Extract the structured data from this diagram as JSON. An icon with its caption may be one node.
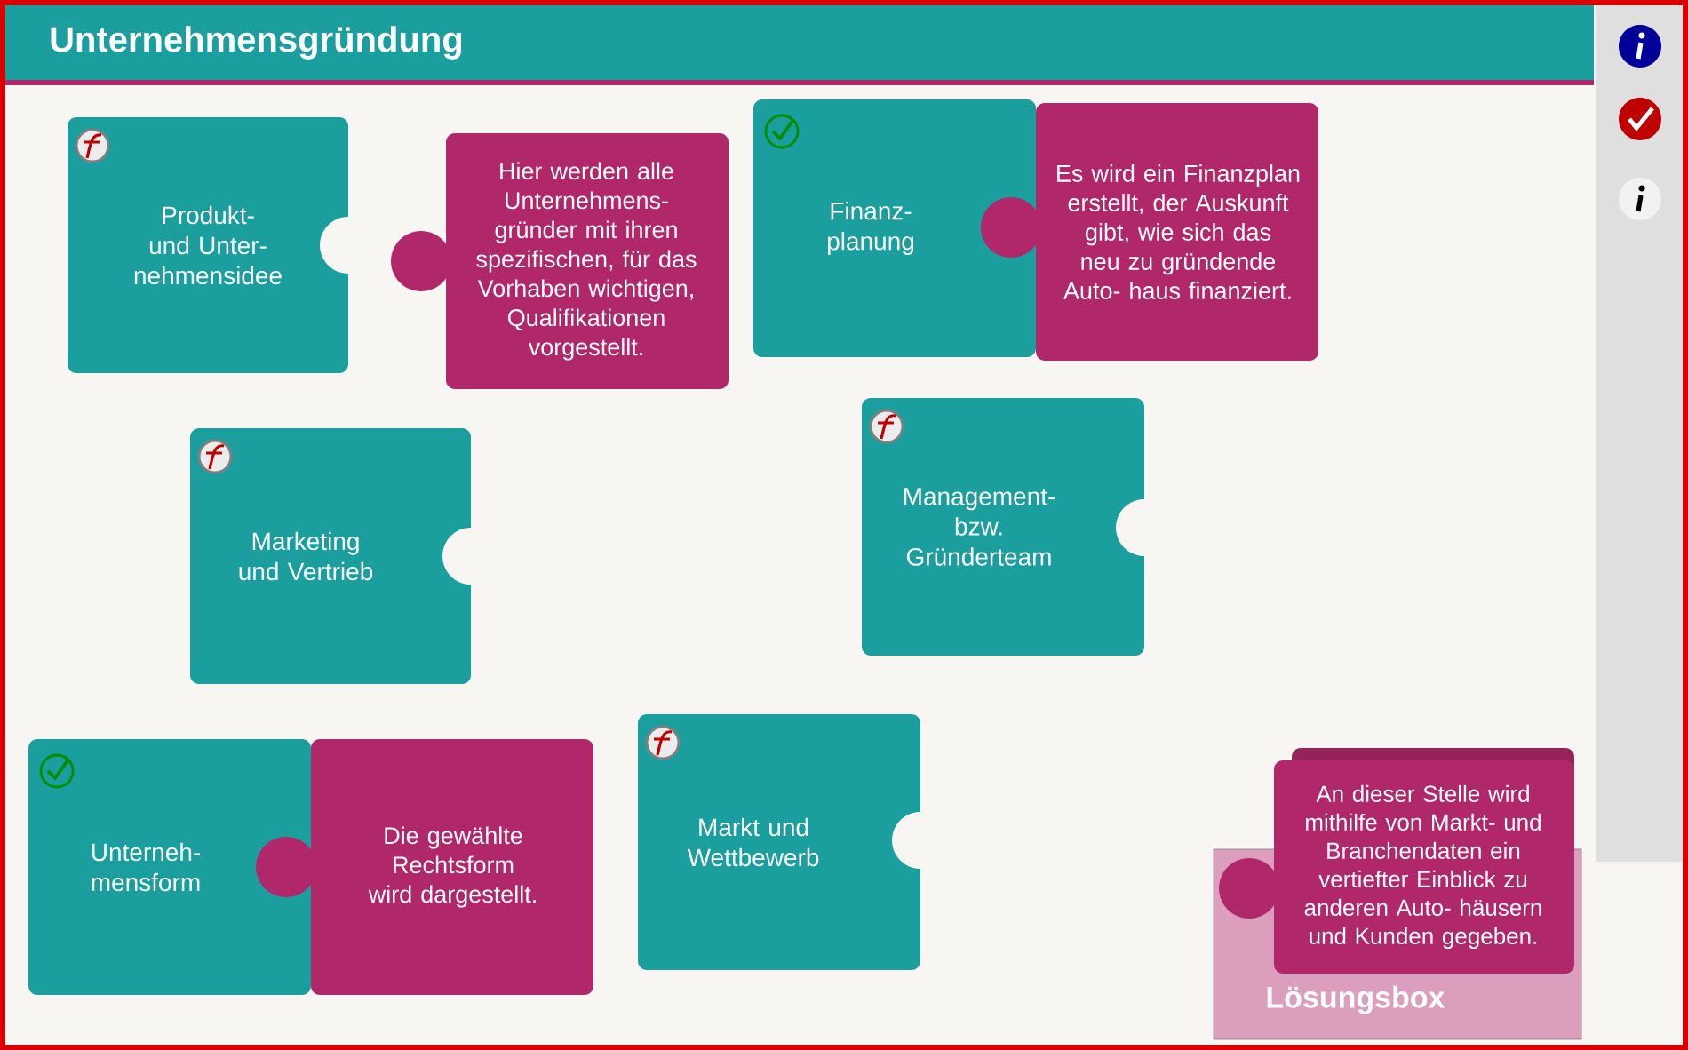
{
  "diagram": {
    "title": "Unternehmensgründung",
    "nodes": [
      {
        "text": [
          "Produkt- und Unter- nehmensidee"
        ]
      },
      {
        "text": [
          "Hier werden alle Unternehmens- gründer mit ihren spezifischen, für das Vorhaben wichtigen, Qualifikationen vorgestellt."
        ]
      },
      {
        "text": [
          "Finanz- planung"
        ]
      },
      {
        "text": [
          "Es wird ein Finanzplan erstellt, der Auskunft gibt, wie sich das neu zu gründende Auto- haus finanziert."
        ]
      },
      {
        "text": [
          "Marketing und Vertrieb"
        ]
      },
      {
        "text": [
          "Management- bzw. Gründerteam"
        ]
      },
      {
        "text": [
          "Unterneh- mensform"
        ]
      },
      {
        "text": [
          "Die gewählte Rechtsform wird dargestellt."
        ]
      },
      {
        "text": [
          "Markt und Wettbewerb"
        ]
      },
      {
        "text": [
          "An dieser Stelle wird mithilfe von Markt- und Branchendaten ein vertiefter Einblick zu anderen Auto- häusern und Kunden gegeben."
        ]
      },
      {
        "text": [
          "Lösungsbox"
        ]
      }
    ]
  }
}
